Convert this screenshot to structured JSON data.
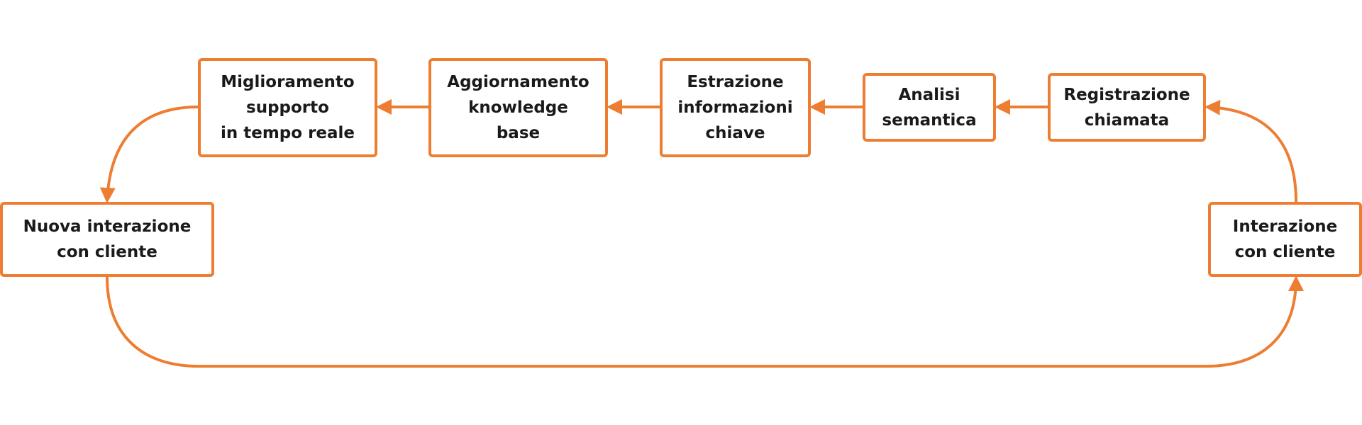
{
  "diagram": {
    "accent_color": "#ED7D31",
    "nodes": {
      "interazione_cliente": "Interazione\ncon cliente",
      "registrazione": "Registrazione\nchiamata",
      "analisi": "Analisi\nsemantica",
      "estrazione": "Estrazione\ninformazioni\nchiave",
      "aggiornamento": "Aggiornamento\nknowledge\nbase",
      "miglioramento": "Miglioramento\nsupporto\nin tempo reale",
      "nuova_interazione": "Nuova interazione\ncon cliente"
    },
    "flow": [
      "interazione_cliente",
      "registrazione",
      "analisi",
      "estrazione",
      "aggiornamento",
      "miglioramento",
      "nuova_interazione",
      "interazione_cliente"
    ]
  }
}
